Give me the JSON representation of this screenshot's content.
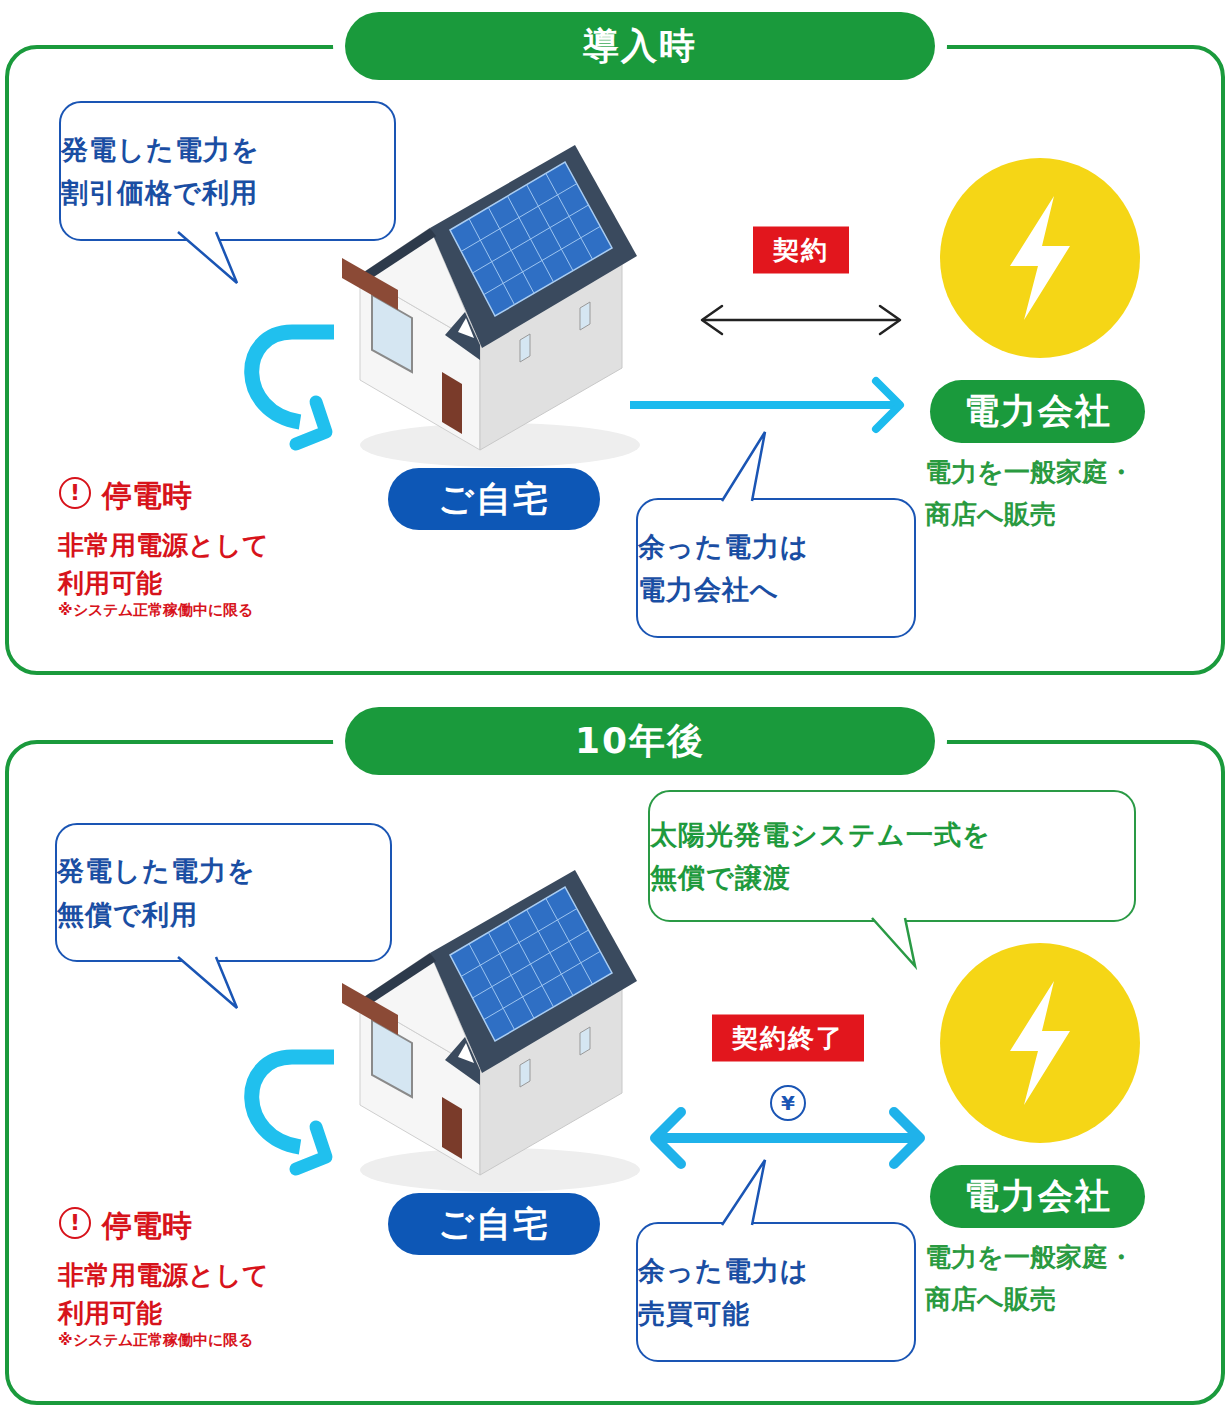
{
  "diagram": {
    "nodes": [
      {
        "text": [
          "導入時"
        ]
      },
      {
        "text": [
          "発電した電力を 割引価格で利用"
        ],
        "in": 0
      },
      {
        "text": [
          "ご自宅"
        ],
        "in": 0
      },
      {
        "text": [
          "電力会社",
          "電力を一般家庭・ 商店へ販売"
        ],
        "in": 0
      },
      {
        "text": [
          "余った電力は 電力会社へ"
        ],
        "in": 0
      },
      {
        "text": [
          "10年後"
        ]
      },
      {
        "text": [
          "発電した電力を 無償で利用"
        ],
        "in": 5
      },
      {
        "text": [
          "ご自宅"
        ],
        "in": 5
      },
      {
        "text": [
          "太陽光発電システム一式を 無償で譲渡"
        ],
        "in": 5
      },
      {
        "text": [
          "電力会社",
          "電力を一般家庭・ 商店へ販売"
        ],
        "in": 5
      },
      {
        "text": [
          "余った電力は 売買可能"
        ],
        "in": 5
      }
    ],
    "edges": [
      {
        "from": 2,
        "to": 3,
        "label": "契約",
        "arrow": "both"
      },
      {
        "from": 2,
        "to": 3,
        "arrow": "to"
      },
      {
        "from": 7,
        "to": 9,
        "label": "契約終了",
        "arrow": "both"
      }
    ],
    "labels": [
      "!",
      "停電時",
      "非常用電源として 利用可能",
      "※システム正常稼働中に限る",
      "!",
      "停電時",
      "非常用電源として 利用可能",
      "※システム正常稼働中に限る",
      "¥"
    ]
  }
}
